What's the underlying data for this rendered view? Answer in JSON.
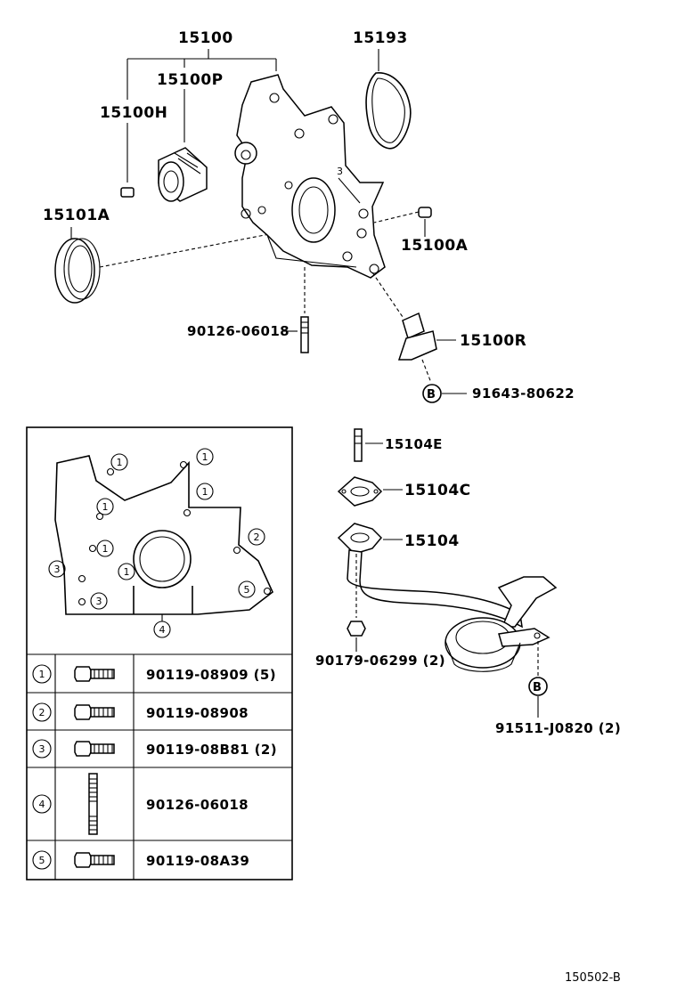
{
  "callouts": {
    "c15100": "15100",
    "c15193": "15193",
    "c15100P": "15100P",
    "c15100H": "15100H",
    "c15101A": "15101A",
    "c15100A": "15100A",
    "c90126_top": "90126-06018",
    "c15100R": "15100R",
    "c91643": "91643-80622",
    "c15104E": "15104E",
    "c15104C": "15104C",
    "c15104": "15104",
    "c90179": "90179-06299 (2)",
    "c91511": "91511-J0820 (2)",
    "b_tag_1": "B",
    "b_tag_2": "B"
  },
  "bolt_legend": {
    "rows": [
      {
        "key": "1",
        "part": "90119-08909 (5)",
        "icon": "bolt-icon"
      },
      {
        "key": "2",
        "part": "90119-08908",
        "icon": "bolt-icon"
      },
      {
        "key": "3",
        "part": "90119-08B81 (2)",
        "icon": "bolt-icon"
      },
      {
        "key": "4",
        "part": "90126-06018",
        "icon": "stud-icon"
      },
      {
        "key": "5",
        "part": "90119-08A39",
        "icon": "bolt-icon"
      }
    ]
  },
  "inset_markers": [
    "1",
    "1",
    "1",
    "1",
    "1",
    "1",
    "2",
    "3",
    "3",
    "4",
    "5"
  ],
  "figure_id": "150502-B"
}
